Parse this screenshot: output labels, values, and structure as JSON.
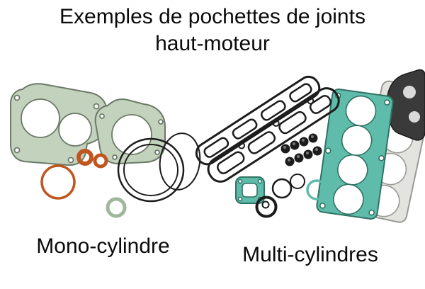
{
  "title": {
    "line1": "Exemples de pochettes de joints",
    "line2": "haut-moteur"
  },
  "captions": {
    "mono": "Mono-cylindre",
    "multi": "Multi-cylindres"
  },
  "illustration": {
    "description": "photo of two engine top-end gasket kits",
    "left_kit": "single-cylinder gasket set",
    "right_kit": "multi-cylinder gasket set"
  },
  "colors": {
    "background": "#ffffff",
    "text": "#0a0a0a",
    "gasket_green": "#c3d2bd",
    "gasket_green_outline": "#6a7a66",
    "gasket_teal": "#5fbcaa",
    "gasket_teal_outline": "#2f7263",
    "gasket_gray": "#e3e3df",
    "oring_orange": "#c0561f",
    "line_black": "#1c1c1c"
  }
}
